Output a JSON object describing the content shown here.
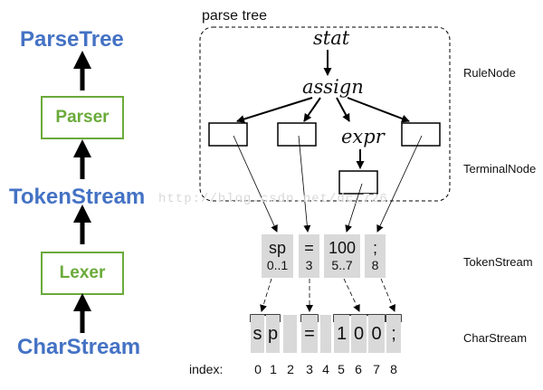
{
  "pipeline": {
    "parse_tree": "ParseTree",
    "parser": "Parser",
    "token_stream": "TokenStream",
    "lexer": "Lexer",
    "char_stream": "CharStream"
  },
  "tree": {
    "title": "parse tree",
    "stat": "stat",
    "assign": "assign",
    "expr": "expr"
  },
  "labels": {
    "rule_node": "RuleNode",
    "terminal_node": "TerminalNode",
    "token_stream": "TokenStream",
    "char_stream": "CharStream",
    "index": "index:"
  },
  "tokens": [
    {
      "text": "sp",
      "range": "0..1"
    },
    {
      "text": "=",
      "range": "3"
    },
    {
      "text": "100",
      "range": "5..7"
    },
    {
      "text": ";",
      "range": "8"
    }
  ],
  "chars": [
    "s",
    "p",
    "",
    "=",
    "",
    "1",
    "0",
    "0",
    ";"
  ],
  "indices": [
    "0",
    "1",
    "2",
    "3",
    "4",
    "5",
    "6",
    "7",
    "8"
  ],
  "watermark": "http://blog.csdn.net/dc_726"
}
